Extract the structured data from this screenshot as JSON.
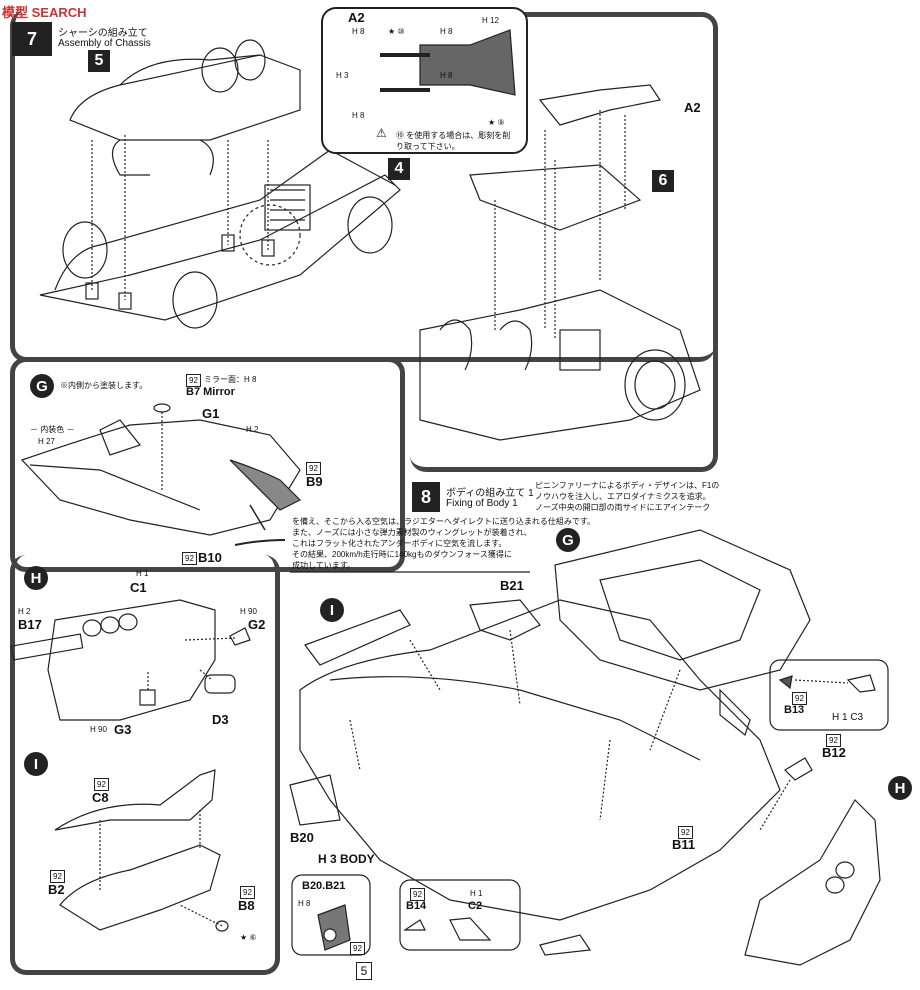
{
  "watermark": "模型 SEARCH",
  "step7": {
    "number": "7",
    "title_jp": "シャーシの組み立て",
    "title_en": "Assembly of Chassis",
    "callout_5": "5",
    "callout_4": "4",
    "callout_6": "6",
    "a2_label": "A2",
    "a2_label_right": "A2",
    "a2_inset_title": "A2",
    "paint_codes": [
      "H 8",
      "H 12",
      "H 3",
      "H 8",
      "H 8",
      "H 8"
    ],
    "star10": "★ ⑩",
    "star9": "★ ⑨",
    "warning_text": "⑩ を使用する場合は、彫刻を削り取って下さい。"
  },
  "sectionG": {
    "letter": "G",
    "note": "※内側から塗装します。",
    "b7_code": "92",
    "mirror_text": "ミラー面：H 8",
    "b7_label": "B7 Mirror",
    "g1_label": "G1",
    "h2_label": "H 2",
    "interior_color": "－ 内装色 －",
    "h27_label": "H 27",
    "b9_code": "92",
    "b9_label": "B9",
    "b10_code": "92",
    "b10_label": "B10"
  },
  "sectionH": {
    "letter": "H",
    "h1_label": "H 1",
    "c1_label": "C1",
    "h2_label": "H 2",
    "b17_label": "B17",
    "h90_label": "H 90",
    "g2_label": "G2",
    "d3_label": "D3",
    "g3_code": "H 90",
    "g3_label": "G3"
  },
  "sectionI": {
    "letter": "I",
    "c8_code": "92",
    "c8_label": "C8",
    "b2_code": "92",
    "b2_label": "B2",
    "b8_code": "92",
    "b8_label": "B8",
    "star6": "★ ⑥"
  },
  "step8": {
    "number": "8",
    "title_jp": "ボディの組み立て 1",
    "title_en": "Fixing of Body 1",
    "description": [
      "ピニンファリーナによるボディ・デザインは、F1の",
      "ノウハウを注入し、エアロダイナミクスを追求。",
      "ノーズ中央の開口部の両サイドにエアインテーク",
      "を備え、そこから入る空気は、ラジエターへダイレクトに送り込まれる仕組みです。",
      "また、ノーズには小さな弾力素材製のウィングレットが装着され、",
      "これはフラット化されたアンダーボディに空気を流します。",
      "その結果、200km/h走行時に140kgものダウンフォース獲得に",
      "成功しています。"
    ],
    "callout_G": "G",
    "callout_I": "I",
    "callout_H": "H",
    "b21_label": "B21",
    "b20_label": "B20",
    "body_label": "H 3 BODY",
    "b13_code": "92",
    "b13_label": "B13",
    "c3_label": "H 1 C3",
    "b12_code": "92",
    "b12_label": "B12",
    "b11_code": "92",
    "b11_label": "B11",
    "b14_code": "92",
    "b14_label": "B14",
    "c2_code": "H 1",
    "c2_label": "C2",
    "inset_title": "B20.B21",
    "inset_h8": "H 8",
    "inset_92": "92"
  },
  "page_number": "5"
}
